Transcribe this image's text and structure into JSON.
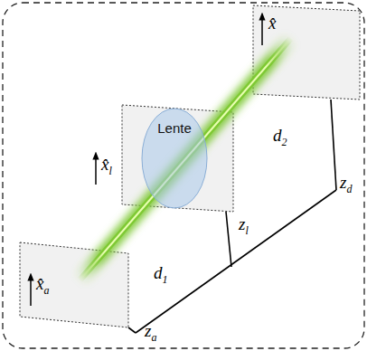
{
  "diagram": {
    "nodes": [
      {
        "text": [
          "Lente"
        ]
      }
    ],
    "labels": [
      "x̂a",
      "x̂l",
      "x̂",
      "d1",
      "d2",
      "za",
      "zl",
      "zd"
    ]
  }
}
